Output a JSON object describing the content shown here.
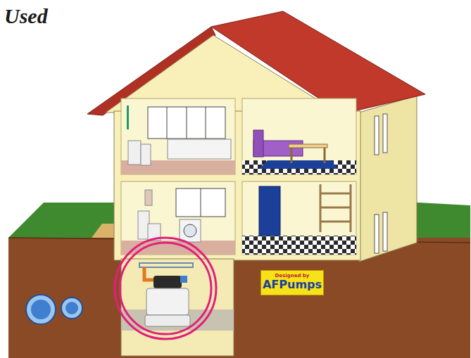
{
  "diagram": {
    "title": "Used",
    "nodes": [
      {
        "text": [
          "Designed by",
          "AFPumps"
        ]
      }
    ]
  }
}
